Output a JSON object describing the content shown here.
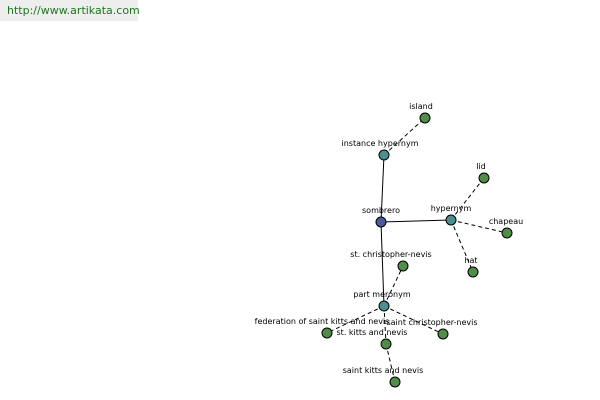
{
  "header": {
    "url_text": "http://www.artikata.com"
  },
  "colors": {
    "url_text": "#1a7a1a",
    "url_bg": "#eeeeee",
    "center_node": "#4a5aa0",
    "relation_node": "#4a9090",
    "leaf_node": "#4e8e46"
  },
  "graph": {
    "nodes": [
      {
        "id": "sombrero",
        "label": "sombrero",
        "kind": "center"
      },
      {
        "id": "instance_hypernym",
        "label": "instance hypernym",
        "kind": "relation"
      },
      {
        "id": "island",
        "label": "island",
        "kind": "leaf"
      },
      {
        "id": "hypernym",
        "label": "hypernym",
        "kind": "relation"
      },
      {
        "id": "lid",
        "label": "lid",
        "kind": "leaf"
      },
      {
        "id": "chapeau",
        "label": "chapeau",
        "kind": "leaf"
      },
      {
        "id": "hat",
        "label": "hat",
        "kind": "leaf"
      },
      {
        "id": "part_meronym",
        "label": "part meronym",
        "kind": "relation"
      },
      {
        "id": "st_christopher_nevis",
        "label": "st. christopher-nevis",
        "kind": "leaf"
      },
      {
        "id": "federation",
        "label": "federation of saint kitts and nevis",
        "kind": "leaf"
      },
      {
        "id": "saint_christopher_nevis",
        "label": "saint christopher-nevis",
        "kind": "leaf"
      },
      {
        "id": "st_kitts_and_nevis",
        "label": "st. kitts and nevis",
        "kind": "leaf"
      },
      {
        "id": "saint_kitts_and_nevis",
        "label": "saint kitts and nevis",
        "kind": "leaf"
      }
    ],
    "edges": [
      {
        "from": "sombrero",
        "to": "instance_hypernym",
        "style": "solid"
      },
      {
        "from": "sombrero",
        "to": "hypernym",
        "style": "solid"
      },
      {
        "from": "sombrero",
        "to": "part_meronym",
        "style": "solid"
      },
      {
        "from": "instance_hypernym",
        "to": "island",
        "style": "dashed"
      },
      {
        "from": "hypernym",
        "to": "lid",
        "style": "dashed"
      },
      {
        "from": "hypernym",
        "to": "chapeau",
        "style": "dashed"
      },
      {
        "from": "hypernym",
        "to": "hat",
        "style": "dashed"
      },
      {
        "from": "part_meronym",
        "to": "st_christopher_nevis",
        "style": "dashed"
      },
      {
        "from": "part_meronym",
        "to": "federation",
        "style": "dashed"
      },
      {
        "from": "part_meronym",
        "to": "saint_christopher_nevis",
        "style": "dashed"
      },
      {
        "from": "part_meronym",
        "to": "st_kitts_and_nevis",
        "style": "dashed"
      },
      {
        "from": "st_kitts_and_nevis",
        "to": "saint_kitts_and_nevis",
        "style": "dashed"
      }
    ]
  }
}
